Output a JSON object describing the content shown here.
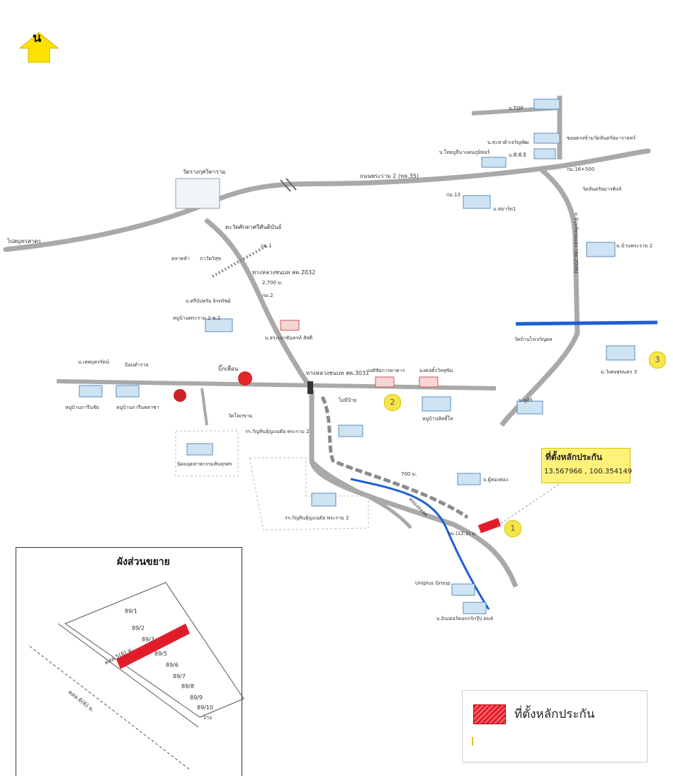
{
  "north": {
    "letter": "น"
  },
  "roads": {
    "main_west": "ไปสมุทรสาคร",
    "rama2_road": "ถนนพระราม 2 (ทล.35)",
    "km_16": "กม.16+500",
    "highway_2032": "ทางหลวงชนบท สค.2032",
    "distance_2700": "2,700 ม.",
    "highway_3031": "ทางหลวงชนบท สค.3031",
    "highway_right": "ถ.จันทร์พรมแดง (สค.2006)",
    "km1": "กม.1",
    "km2": "กม.2",
    "km12": "กม.(12.1) ม.",
    "canal_label": "คลองหลอด",
    "dist_700": "700 ม."
  },
  "places": {
    "wat_top": "วัดรางกุศวิตาราม",
    "wat_pp": "ตะวัดศักดาศรีศันติบันธ์",
    "police": "ตลาดค้า",
    "wat_nangkaew": "ภาวัดวิสุข",
    "top": "บ.TOP",
    "sahakit": "บ.สะทาผ้าเจริญพัฒ",
    "chuntanon": "บ.ใทยบูลีนาแผนภูมิตอร์",
    "pps": "บ.พี.พี.อี",
    "ws_canal": "ซอยตรงข้ามวัดหันตรัยมารายทร์",
    "wat_right": "วัดหันตรัยมารศิงห์",
    "km13": "กม.13",
    "bor_cement": "บ.สมาร์ท1",
    "rama2_village": "ม.บ้านพระราม 2",
    "tantip": "บ.ศรีบัปทรัย จิรทรัพย์",
    "village_rama2_2": "หมู่บ้านพระราม 2 ซ.2",
    "bkk_shop": "บ.สระเบาชันทรท์ สัสดี",
    "wat_center": "วัดบ้านไร่เจริญผล",
    "village_3": "ม.วิเศษสุขนคร 3",
    "sathu_rice": "บ.เทพบุตรรัตน์",
    "pumping": "ป้อมตำรวจ",
    "big_c": "บิ๊กเพื่อน",
    "village_a": "หมู่บ้านการีนชัย",
    "village_b": "หมู่บ้านการีนพลาซา",
    "wat_kla": "วัดโคกขาม",
    "school1": "รร.กัญสินธุ์ญแนดัย พระราม 2",
    "traffic": "ไม่มีป้าย",
    "hall_road": "วงศ์ชัยการดาคาร",
    "wat_ko": "มงคลตั๋รวิทสุขิม",
    "village_right": "หมู่บ้านสิทธิ์ใส",
    "ktk": "บ.คูศิริ",
    "industry": "นิคมอุตสาหกรรมสินทุรศร",
    "school2": "รร.กัญสินธุ์ญแนดัย พระราม 2",
    "cement_b": "บ.ผู้ทองทอง",
    "uniplus": "Uniplus Group",
    "bottom_factory": "บ.อินเตอร์ดอกภร์กรุ๊ป ดบ4"
  },
  "location": {
    "title": "ที่ตั้งหลักประกัน",
    "coords": "13.567966 , 100.354149"
  },
  "markers": {
    "m1": "1",
    "m2": "2",
    "m3": "3"
  },
  "inset": {
    "title": "ผังส่วนขยาย",
    "plots": [
      "89/1",
      "89/2",
      "89/3",
      "89/5",
      "89/6",
      "89/7",
      "89/8",
      "89/9",
      "89/10",
      "ว่าง"
    ],
    "road_a": "คสล.5(6) ม.",
    "road_b": "คสล.6(6) ม."
  },
  "legend": {
    "label": "ที่ตั้งหลักประกัน"
  },
  "colors": {
    "road": "#a9a9a9",
    "canal": "#1f5fd6",
    "highlight": "#e21d2b",
    "north_arrow": "#ffe100",
    "location_box": "#fff27a"
  }
}
